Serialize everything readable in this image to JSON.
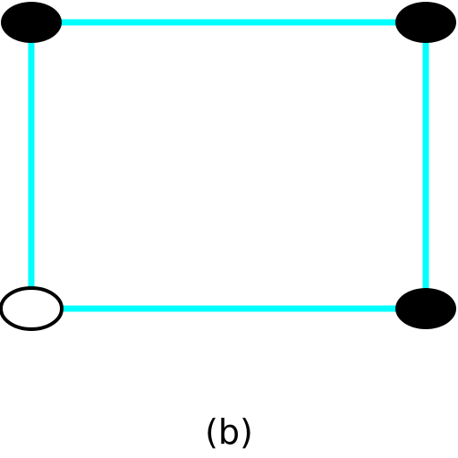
{
  "caption": "(b)",
  "colors": {
    "edge": "#00ffff",
    "filled_node": "#000000",
    "open_node_fill": "#ffffff",
    "open_node_stroke": "#000000"
  },
  "nodes": [
    {
      "id": "top-left",
      "filled": true
    },
    {
      "id": "top-right",
      "filled": true
    },
    {
      "id": "bottom-right",
      "filled": true
    },
    {
      "id": "bottom-left",
      "filled": false
    }
  ],
  "edges": [
    [
      "top-left",
      "top-right"
    ],
    [
      "top-right",
      "bottom-right"
    ],
    [
      "bottom-right",
      "bottom-left"
    ],
    [
      "bottom-left",
      "top-left"
    ]
  ]
}
